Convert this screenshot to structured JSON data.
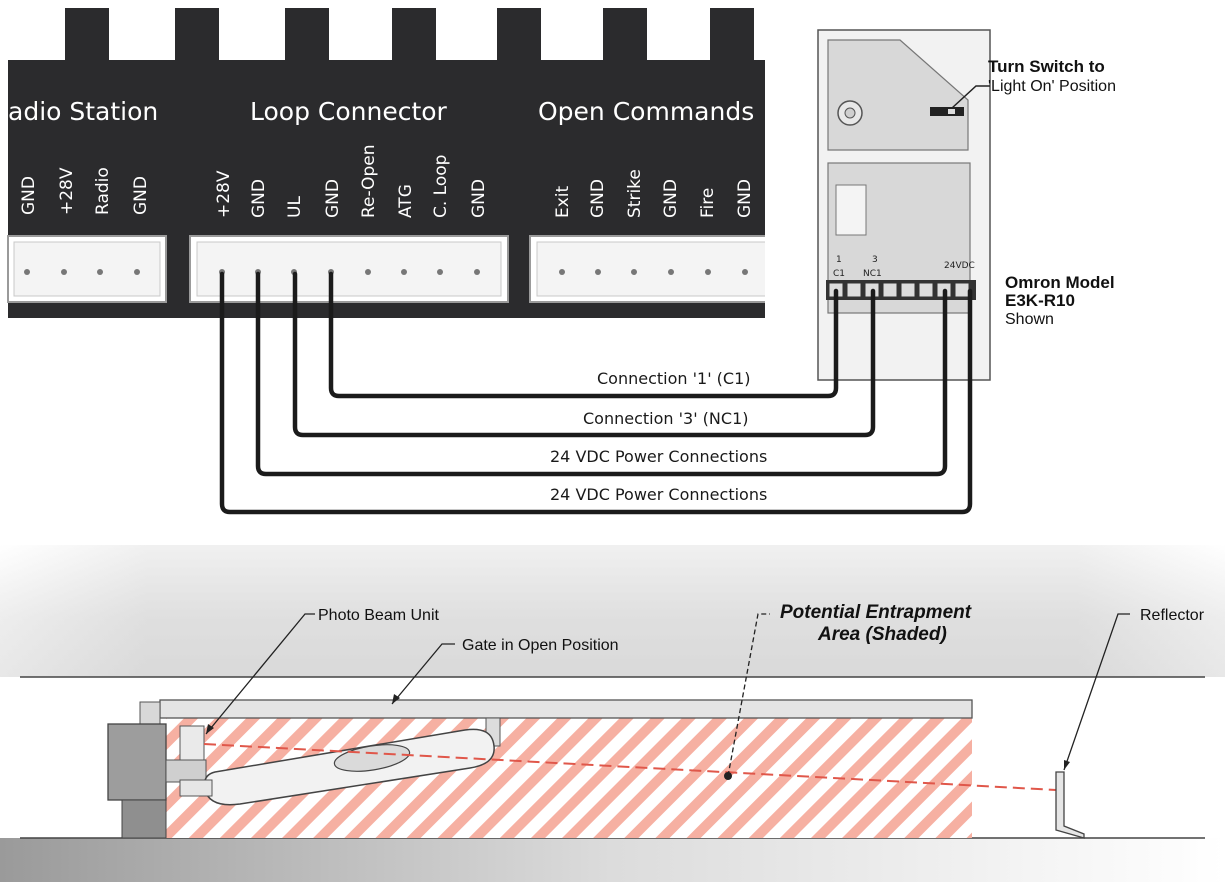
{
  "terminal_board": {
    "groups": [
      {
        "title": "adio Station",
        "pins": [
          "GND",
          "+28V",
          "Radio",
          "GND"
        ]
      },
      {
        "title": "Loop Connector",
        "pins": [
          "+28V",
          "GND",
          "UL",
          "GND",
          "Re-Open",
          "ATG",
          "C. Loop",
          "GND"
        ]
      },
      {
        "title": "Open Commands",
        "pins": [
          "Exit",
          "GND",
          "Strike",
          "GND",
          "Fire",
          "GND"
        ]
      }
    ]
  },
  "sensor": {
    "switch_callout_line1": "Turn Switch to",
    "switch_callout_line2": "'Light On' Position",
    "model_line1": "Omron Model",
    "model_line2": "E3K-R10",
    "model_line3": "Shown",
    "terminal_label_c1": "C1",
    "terminal_label_nc1": "NC1",
    "terminal_label_power": "24VDC",
    "terminal_num_1": "1",
    "terminal_num_3": "3"
  },
  "wires": [
    {
      "label": "Connection '1' (C1)"
    },
    {
      "label": "Connection '3' (NC1)"
    },
    {
      "label": "24 VDC Power Connections"
    },
    {
      "label": "24 VDC Power Connections"
    }
  ],
  "gate_scene": {
    "photo_beam_label": "Photo Beam Unit",
    "gate_label": "Gate in Open Position",
    "entrapment_line1": "Potential Entrapment",
    "entrapment_line2": "Area (Shaded)",
    "reflector_label": "Reflector"
  },
  "colors": {
    "board": "#2b2b2d",
    "wire": "#1b1b1b",
    "hatch": "#f4a89a",
    "beam": "#e0574a"
  }
}
